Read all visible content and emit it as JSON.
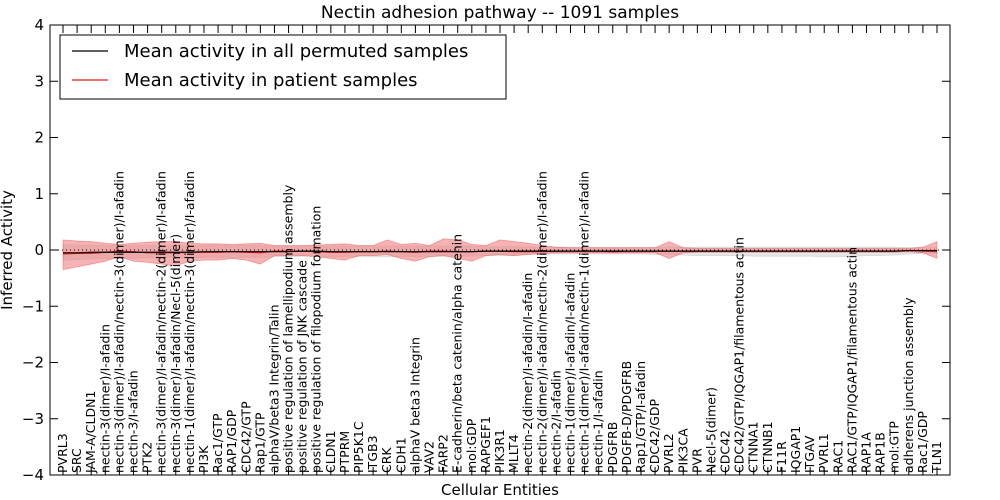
{
  "chart_data": {
    "type": "line",
    "title": "Nectin adhesion pathway -- 1091 samples",
    "xlabel": "Cellular Entities",
    "ylabel": "Inferred Activity",
    "ylim": [
      -4,
      4
    ],
    "yticks": [
      "−4",
      "−3",
      "−2",
      "−1",
      "0",
      "1",
      "2",
      "3",
      "4"
    ],
    "grid": false,
    "legend_position": "top-left",
    "categories": [
      "PVRL3",
      "SRC",
      "JAM-A/CLDN1",
      "nectin-3(dimer)/I-afadin",
      "nectin-3(dimer)/I-afadin/nectin-3(dimer)/I-afadin",
      "nectin-3/I-afadin",
      "PTK2",
      "nectin-3(dimer)/I-afadin/nectin-2(dimer)/I-afadin",
      "nectin-3(dimer)/I-afadin/Necl-5(dimer)",
      "nectin-1(dimer)/I-afadin/nectin-3(dimer)/I-afadin",
      "PI3K",
      "Rac1/GTP",
      "RAP1/GDP",
      "CDC42/GTP",
      "Rap1/GTP",
      "alphaV/beta3 Integrin/Talin",
      "positive regulation of lamellipodium assembly",
      "positive regulation of JNK cascade",
      "positive regulation of filopodium formation",
      "CLDN1",
      "PTPRM",
      "PIP5K1C",
      "ITGB3",
      "CRK",
      "CDH1",
      "alphaV beta3 Integrin",
      "VAV2",
      "FARP2",
      "E-cadherin/beta catenin/alpha catenin",
      "mol:GDP",
      "RAPGEF1",
      "PIK3R1",
      "MLLT4",
      "nectin-2(dimer)/I-afadin/I-afadin",
      "nectin-2(dimer)/I-afadin/nectin-2(dimer)/I-afadin",
      "nectin-2/I-afadin",
      "nectin-1(dimer)/I-afadin/I-afadin",
      "nectin-1(dimer)/I-afadin/nectin-1(dimer)/I-afadin",
      "nectin-1/I-afadin",
      "PDGFRB",
      "PDGFB-D/PDGFRB",
      "Rap1/GTP/I-afadin",
      "CDC42/GDP",
      "PVRL2",
      "PIK3CA",
      "PVR",
      "Necl-5(dimer)",
      "CDC42",
      "CDC42/GTP/IQGAP1/filamentous actin",
      "CTNNA1",
      "CTNNB1",
      "F11R",
      "IQGAP1",
      "ITGAV",
      "PVRL1",
      "RAC1",
      "RAC1/GTP/IQGAP1/filamentous actin",
      "RAP1A",
      "RAP1B",
      "mol:GTP",
      "adherens junction assembly",
      "Rac1/GDP",
      "TLN1"
    ],
    "series": [
      {
        "name": "Mean activity in all permuted samples",
        "color": "#000000",
        "values": [
          -0.05,
          -0.05,
          -0.04,
          -0.04,
          -0.04,
          -0.04,
          -0.04,
          -0.04,
          -0.04,
          -0.04,
          -0.03,
          -0.03,
          -0.03,
          -0.03,
          -0.03,
          -0.03,
          -0.03,
          -0.02,
          -0.02,
          -0.03,
          -0.03,
          -0.03,
          -0.03,
          -0.03,
          -0.03,
          -0.03,
          -0.03,
          -0.03,
          -0.03,
          -0.03,
          -0.02,
          -0.02,
          -0.02,
          -0.02,
          -0.02,
          -0.02,
          -0.02,
          -0.02,
          -0.02,
          -0.02,
          -0.02,
          -0.02,
          -0.02,
          -0.02,
          -0.02,
          -0.02,
          -0.02,
          -0.02,
          -0.02,
          -0.02,
          -0.02,
          -0.02,
          -0.02,
          -0.02,
          -0.02,
          -0.02,
          -0.02,
          -0.02,
          -0.02,
          -0.02,
          -0.01,
          -0.01,
          -0.01
        ],
        "band_low": [
          -0.18,
          -0.17,
          -0.16,
          -0.15,
          -0.15,
          -0.15,
          -0.14,
          -0.14,
          -0.14,
          -0.14,
          -0.13,
          -0.13,
          -0.13,
          -0.13,
          -0.13,
          -0.12,
          -0.12,
          -0.11,
          -0.11,
          -0.12,
          -0.12,
          -0.12,
          -0.12,
          -0.12,
          -0.12,
          -0.12,
          -0.11,
          -0.11,
          -0.11,
          -0.11,
          -0.1,
          -0.1,
          -0.1,
          -0.08,
          -0.07,
          -0.07,
          -0.07,
          -0.07,
          -0.07,
          -0.07,
          -0.07,
          -0.07,
          -0.08,
          -0.08,
          -0.09,
          -0.1,
          -0.1,
          -0.1,
          -0.1,
          -0.11,
          -0.11,
          -0.11,
          -0.11,
          -0.11,
          -0.12,
          -0.12,
          -0.11,
          -0.1,
          -0.1,
          -0.09,
          -0.07,
          -0.06,
          -0.06
        ],
        "band_high": [
          0.1,
          0.09,
          0.09,
          0.08,
          0.08,
          0.08,
          0.08,
          0.08,
          0.08,
          0.08,
          0.08,
          0.08,
          0.08,
          0.08,
          0.08,
          0.07,
          0.07,
          0.07,
          0.07,
          0.07,
          0.07,
          0.07,
          0.07,
          0.07,
          0.07,
          0.07,
          0.07,
          0.07,
          0.07,
          0.07,
          0.06,
          0.06,
          0.06,
          0.05,
          0.05,
          0.05,
          0.05,
          0.05,
          0.05,
          0.05,
          0.05,
          0.05,
          0.05,
          0.05,
          0.05,
          0.05,
          0.05,
          0.05,
          0.05,
          0.05,
          0.05,
          0.05,
          0.05,
          0.05,
          0.05,
          0.05,
          0.05,
          0.05,
          0.05,
          0.05,
          0.04,
          0.04,
          0.04
        ]
      },
      {
        "name": "Mean activity in patient samples",
        "color": "#e31a1c",
        "band_color": "#f08080",
        "values": [
          -0.07,
          -0.06,
          -0.06,
          -0.04,
          -0.02,
          -0.03,
          -0.05,
          -0.05,
          -0.05,
          -0.04,
          -0.04,
          -0.04,
          -0.03,
          -0.04,
          -0.05,
          -0.02,
          -0.02,
          -0.02,
          -0.03,
          -0.04,
          -0.04,
          -0.03,
          -0.03,
          -0.02,
          -0.03,
          -0.04,
          -0.02,
          -0.02,
          -0.03,
          -0.03,
          -0.02,
          -0.02,
          -0.03,
          -0.03,
          -0.03,
          -0.02,
          -0.02,
          -0.02,
          -0.02,
          -0.03,
          -0.02,
          -0.02,
          -0.02,
          -0.02,
          -0.02,
          -0.02,
          -0.02,
          -0.02,
          -0.02,
          -0.02,
          -0.02,
          -0.02,
          -0.02,
          -0.02,
          -0.02,
          -0.02,
          -0.02,
          -0.02,
          -0.02,
          -0.02,
          -0.01,
          -0.02,
          -0.03
        ],
        "band_low": [
          -0.35,
          -0.3,
          -0.25,
          -0.2,
          -0.12,
          -0.2,
          -0.22,
          -0.25,
          -0.28,
          -0.2,
          -0.18,
          -0.18,
          -0.15,
          -0.18,
          -0.25,
          -0.1,
          -0.1,
          -0.1,
          -0.12,
          -0.15,
          -0.18,
          -0.1,
          -0.1,
          -0.08,
          -0.15,
          -0.2,
          -0.12,
          -0.1,
          -0.15,
          -0.2,
          -0.1,
          -0.08,
          -0.1,
          -0.08,
          -0.06,
          -0.05,
          -0.05,
          -0.05,
          -0.05,
          -0.05,
          -0.05,
          -0.05,
          -0.05,
          -0.15,
          -0.05,
          -0.04,
          -0.04,
          -0.04,
          -0.04,
          -0.04,
          -0.04,
          -0.04,
          -0.04,
          -0.04,
          -0.04,
          -0.04,
          -0.04,
          -0.04,
          -0.04,
          -0.04,
          -0.03,
          -0.05,
          -0.15
        ],
        "band_high": [
          0.18,
          0.16,
          0.15,
          0.12,
          0.1,
          0.12,
          0.14,
          0.15,
          0.15,
          0.12,
          0.11,
          0.11,
          0.1,
          0.11,
          0.12,
          0.08,
          0.08,
          0.08,
          0.09,
          0.1,
          0.11,
          0.08,
          0.08,
          0.18,
          0.1,
          0.12,
          0.08,
          0.2,
          0.18,
          0.1,
          0.08,
          0.18,
          0.15,
          0.12,
          0.08,
          0.05,
          0.04,
          0.04,
          0.04,
          0.04,
          0.04,
          0.04,
          0.04,
          0.15,
          0.04,
          0.03,
          0.03,
          0.03,
          0.03,
          0.03,
          0.03,
          0.03,
          0.03,
          0.03,
          0.03,
          0.03,
          0.03,
          0.03,
          0.03,
          0.03,
          0.03,
          0.05,
          0.15
        ]
      }
    ],
    "reference_line": {
      "y": 0,
      "style": "dotted"
    }
  }
}
